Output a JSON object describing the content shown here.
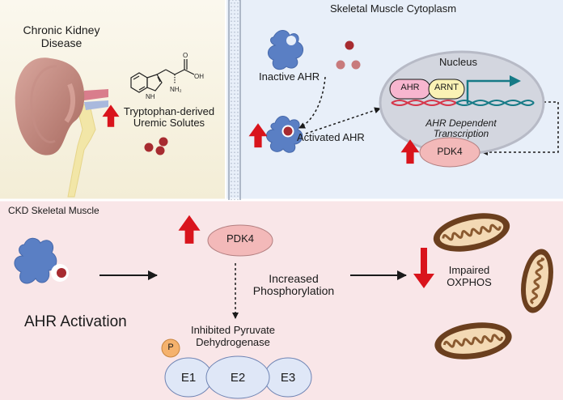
{
  "panels": {
    "ckd": {
      "title": "Chronic Kidney Disease",
      "title_line1": "Chronic Kidney",
      "title_line2": "Disease",
      "solutes_line1": "Tryptophan-derived",
      "solutes_line2": "Uremic Solutes",
      "molecule_labels": {
        "oh": "OH",
        "o": "O",
        "nh": "NH",
        "nh2": "NH₂"
      }
    },
    "cytoplasm": {
      "title": "Skeletal Muscle Cytoplasm",
      "inactive_label": "Inactive AHR",
      "activated_label": "Activated AHR",
      "nucleus_label": "Nucleus",
      "ahr_box": "AHR",
      "arnt_box": "ARNT",
      "transcription_line1": "AHR Dependent",
      "transcription_line2": "Transcription",
      "pdk4_label": "PDK4"
    },
    "muscle": {
      "title": "CKD Skeletal Muscle",
      "activation_label": "AHR Activation",
      "pdk4_label": "PDK4",
      "phospho_line1": "Increased",
      "phospho_line2": "Phosphorylation",
      "impaired_line1": "Impaired",
      "impaired_line2": "OXPHOS",
      "pdh_line1": "Inhibited Pyruvate",
      "pdh_line2": "Dehydrogenase",
      "p_label": "P",
      "subunits": [
        "E1",
        "E2",
        "E3"
      ]
    }
  },
  "colors": {
    "ckd_bg": "#f6f2e2",
    "cytoplasm_bg": "#e7eef9",
    "muscle_bg": "#f9e6e7",
    "up_arrow": "#d9141c",
    "ahr_protein": "#5a7fc4",
    "solute": "#a72b30",
    "pdk4_fill": "#f3b9b9",
    "nucleus_fill": "#d3d6df",
    "ahr_box_fill": "#f7b6cf",
    "arnt_box_fill": "#faf2b5",
    "dna_red": "#d6364a",
    "dna_teal": "#167a86",
    "e_subunit_fill": "#dfe7f7",
    "p_fill": "#f5b26d",
    "mito_outer": "#6b3f1e",
    "mito_inner": "#f3d9b4"
  }
}
